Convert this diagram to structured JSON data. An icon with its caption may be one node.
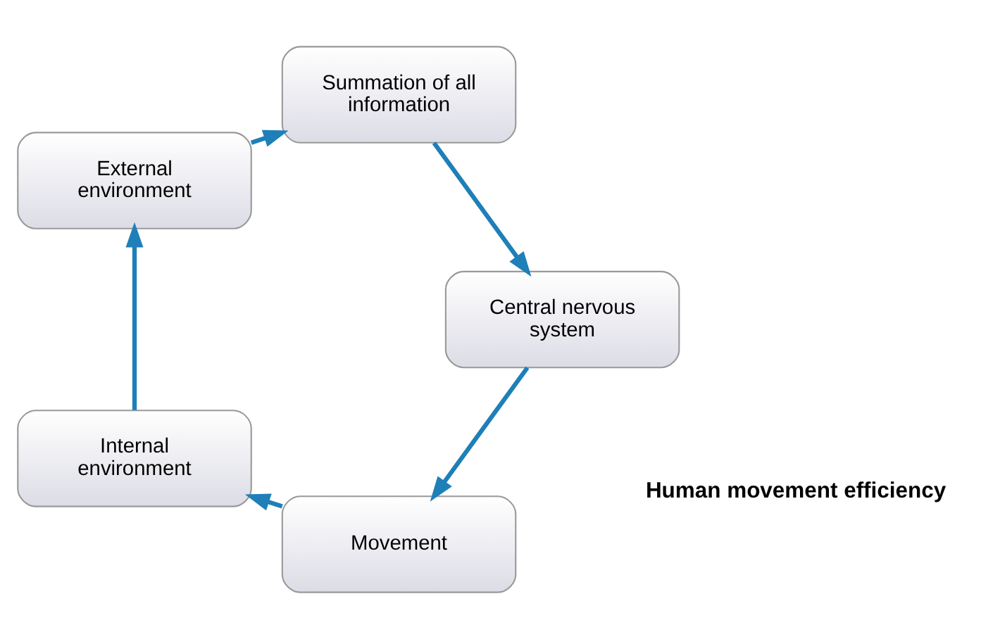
{
  "diagram": {
    "nodes": [
      {
        "text": [
          "Movement"
        ]
      },
      {
        "text": [
          "Internal environment"
        ]
      },
      {
        "text": [
          "External environment"
        ]
      },
      {
        "text": [
          "Summation of all information"
        ]
      },
      {
        "text": [
          "Central nervous system"
        ]
      }
    ],
    "edges": [
      {
        "from": 0,
        "to": 1,
        "arrow": "to"
      },
      {
        "from": 1,
        "to": 2,
        "arrow": "to"
      },
      {
        "from": 2,
        "to": 3,
        "arrow": "to"
      },
      {
        "from": 3,
        "to": 4,
        "arrow": "to"
      },
      {
        "from": 4,
        "to": 0,
        "arrow": "to"
      }
    ],
    "labels": [
      "Human movement efficiency"
    ]
  }
}
